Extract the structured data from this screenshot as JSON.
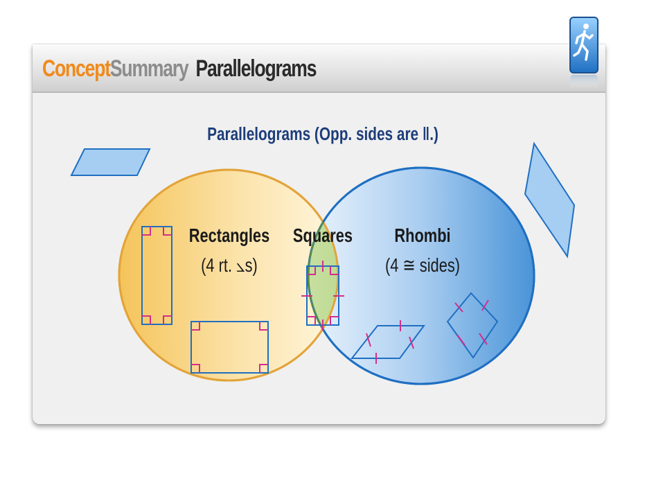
{
  "header": {
    "brand_part1": "Concept",
    "brand_part2": "Summary",
    "topic": "Parallelograms",
    "icon": "running-person-icon"
  },
  "diagram": {
    "title": "Parallelograms (Opp. sides are ‖.)",
    "rectangles": {
      "label": "Rectangles",
      "property": "(4 rt. ⦣s)"
    },
    "squares": {
      "label": "Squares"
    },
    "rhombi": {
      "label": "Rhombi",
      "property": "(4 ≅ sides)"
    }
  },
  "colors": {
    "rectangle_set": "#f5c45a",
    "rhombus_set": "#4a94d8",
    "square_overlap": "#7fb04a",
    "shape_outline": "#1f6fc2",
    "right_angle_marks": "#d22e8c",
    "title": "#1d3d7a"
  }
}
